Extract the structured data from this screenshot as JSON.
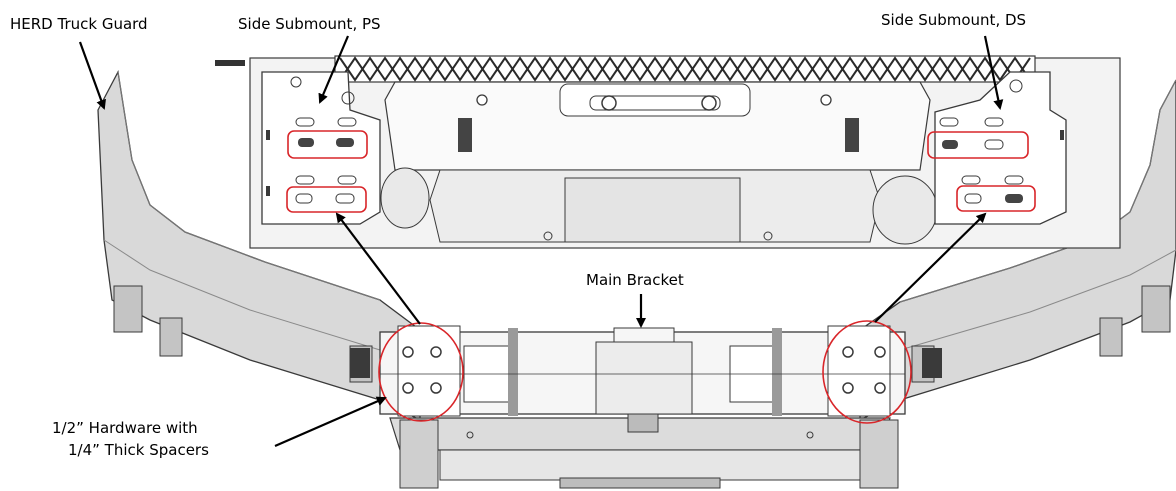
{
  "labels": {
    "truck_guard": "HERD Truck Guard",
    "submount_ps": "Side Submount, PS",
    "submount_ds": "Side Submount, DS",
    "main_bracket": "Main Bracket",
    "hardware_line1": "1/2” Hardware with",
    "hardware_line2": "1/4” Thick Spacers"
  },
  "colors": {
    "callout_red": "#d9262a",
    "line_black": "#000000",
    "guard_fill": "#d6d6d6",
    "guard_shade": "#a8a8a8",
    "frame_fill": "#f1f1f1",
    "drawing_line": "#3a3a3a"
  }
}
